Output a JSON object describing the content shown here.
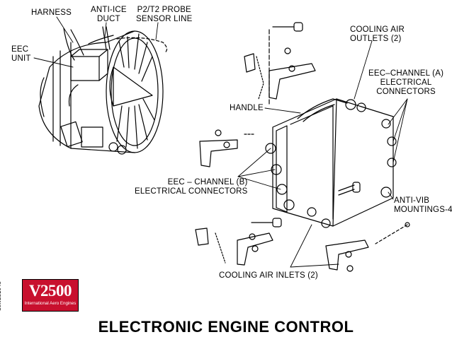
{
  "title": "ELECTRONIC ENGINE CONTROL",
  "reference": "detv251048",
  "logo": {
    "main": "V2500",
    "sub": "International Aero Engines",
    "color": "#c8102e"
  },
  "labels": {
    "harness": "HARNESS",
    "anti_ice_duct": [
      "ANTI-ICE",
      "DUCT"
    ],
    "p2t2_probe": [
      "P2/T2 PROBE",
      "SENSOR LINE"
    ],
    "eec_unit": [
      "EEC",
      "UNIT"
    ],
    "cooling_air_outlets": [
      "COOLING AIR",
      "OUTLETS (2)"
    ],
    "eec_channel_a": [
      "EEC–CHANNEL (A)",
      "ELECTRICAL",
      "CONNECTORS"
    ],
    "handle": "HANDLE",
    "eec_channel_b": [
      "EEC – CHANNEL (B)",
      "ELECTRICAL CONNECTORS"
    ],
    "anti_vib": [
      "ANTI-VIB",
      "MOUNTINGS-4"
    ],
    "cooling_air_inlets": "COOLING AIR INLETS (2)"
  }
}
